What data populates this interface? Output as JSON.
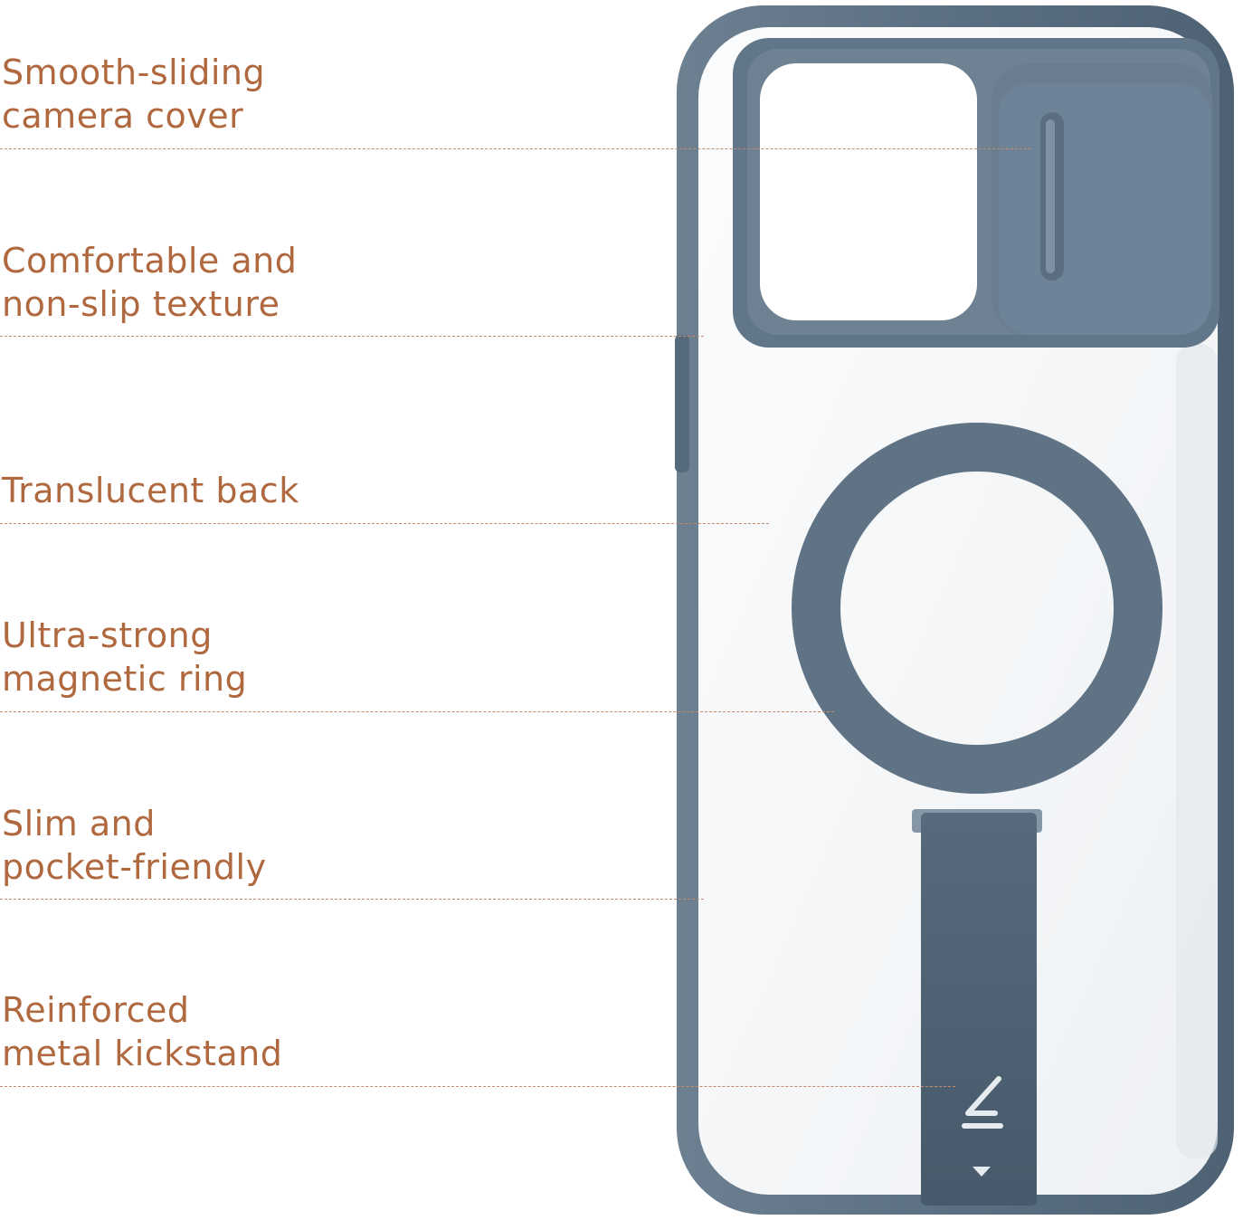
{
  "features": [
    {
      "line1": "Smooth-sliding",
      "line2": "camera cover"
    },
    {
      "line1": "Comfortable and",
      "line2": "non-slip texture"
    },
    {
      "line1": "Translucent back",
      "line2": ""
    },
    {
      "line1": "Ultra-strong",
      "line2": "magnetic ring"
    },
    {
      "line1": "Slim and",
      "line2": "pocket-friendly"
    },
    {
      "line1": "Reinforced",
      "line2": "metal kickstand"
    }
  ],
  "colors": {
    "label": "#b0683f",
    "case_frame": "#5d7184",
    "leader_line": "#c48a6b"
  },
  "icons": {
    "kickstand_logo": "s-logo-icon",
    "kickstand_arrow": "triangle-down-icon"
  }
}
